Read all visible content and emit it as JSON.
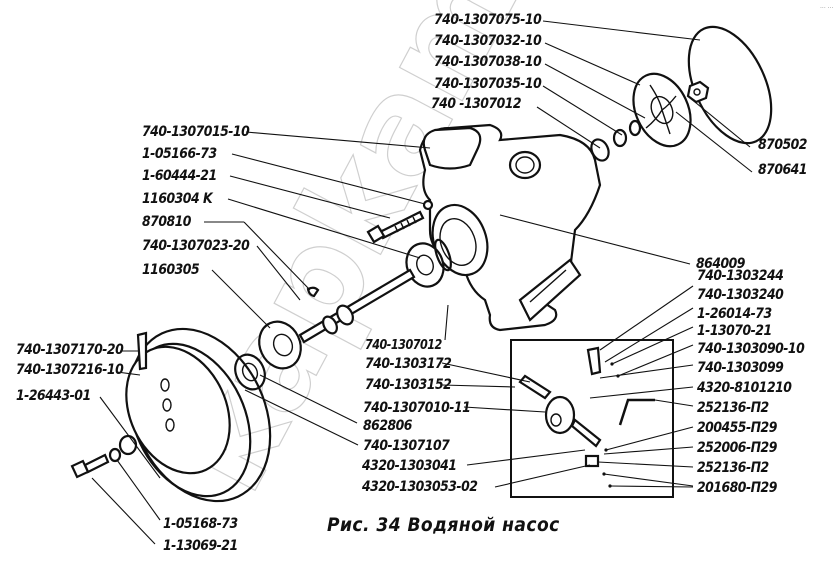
{
  "figure": {
    "caption": "Рис. 34 Водяной насос",
    "watermark": "kapkam",
    "corner_mark": "... ..."
  },
  "labels": {
    "top_right": [
      "740-1307075-10",
      "740-1307032-10",
      "740-1307038-10",
      "740-1307035-10",
      "740 -1307012"
    ],
    "right_upper": [
      "870502",
      "870641"
    ],
    "left_upper": [
      "740-1307015-10",
      "1-05166-73",
      "1-60444-21",
      "1160304 K",
      "870810",
      "740-1307023-20",
      "1160305"
    ],
    "left_lower": [
      "740-1307170-20",
      "740-1307216-10",
      "1-26443-01"
    ],
    "bottom_left": [
      "1-05168-73",
      "1-13069-21"
    ],
    "center": [
      "740-1307012",
      "740-1303172",
      "740-1303152",
      "740-1307010-11",
      "862806",
      "740-1307107",
      "4320-1303041",
      "4320-1303053-02"
    ],
    "right_lower": [
      "864009",
      "740-1303244",
      "740-1303240",
      "1-26014-73",
      "1-13070-21",
      "740-1303090-10",
      "740-1303099",
      "4320-8101210",
      "252136-П2",
      "200455-П29",
      "252006-П29",
      "252136-П2",
      "201680-П29"
    ]
  }
}
